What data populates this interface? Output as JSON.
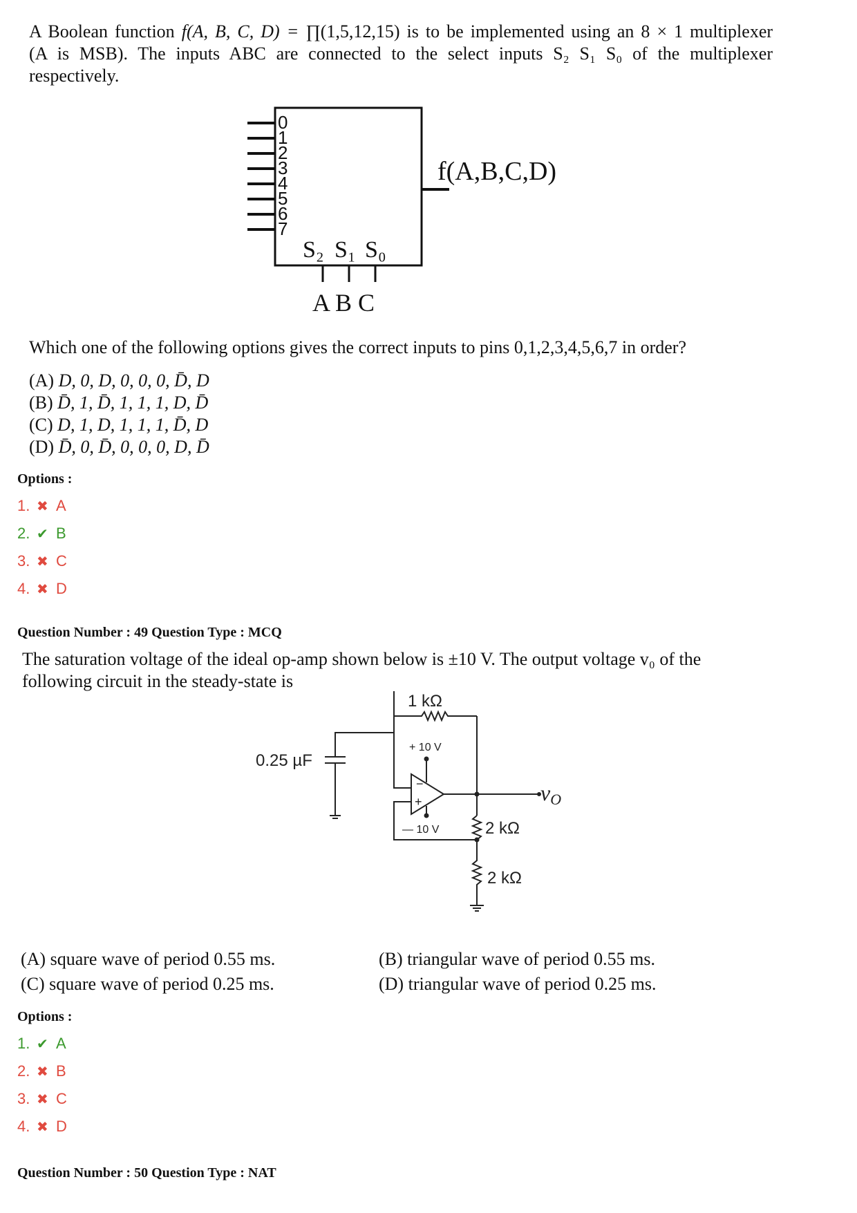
{
  "q48": {
    "stem_prefix": "A Boolean function",
    "stem_func": "f(A, B, C, D) =",
    "stem_rest": "∏(1,5,12,15) is to be implemented using an 8 × 1 multiplexer",
    "stem_line2": "(A is MSB). The inputs ABC are connected to the select inputs S₂ S₁ S₀ of the multiplexer",
    "stem_line3": "respectively.",
    "diagram": {
      "pins": [
        "0",
        "1",
        "2",
        "3",
        "4",
        "5",
        "6",
        "7"
      ],
      "output_label": "f(A,B,C,D)",
      "select_labels": [
        "S₂",
        "S₁",
        "S₀"
      ],
      "select_inputs": "A B C"
    },
    "prompt": "Which one of the following options gives the correct inputs to pins 0,1,2,3,4,5,6,7 in order?",
    "choices": [
      {
        "label": "(A)",
        "items": [
          "D",
          "0",
          "D",
          "0",
          "0",
          "0",
          "D̄",
          "D"
        ]
      },
      {
        "label": "(B)",
        "items": [
          "D̄",
          "1",
          "D̄",
          "1",
          "1",
          "1",
          "D",
          "D̄"
        ]
      },
      {
        "label": "(C)",
        "items": [
          "D",
          "1",
          "D",
          "1",
          "1",
          "1",
          "D̄",
          "D"
        ]
      },
      {
        "label": "(D)",
        "items": [
          "D̄",
          "0",
          "D̄",
          "0",
          "0",
          "0",
          "D",
          "D̄"
        ]
      }
    ],
    "options_heading": "Options :",
    "answers": [
      {
        "num": "1.",
        "status": "wrong",
        "letter": "A"
      },
      {
        "num": "2.",
        "status": "correct",
        "letter": "B"
      },
      {
        "num": "3.",
        "status": "wrong",
        "letter": "C"
      },
      {
        "num": "4.",
        "status": "wrong",
        "letter": "D"
      }
    ]
  },
  "q49": {
    "header": "Question Number : 49  Question Type : MCQ",
    "stem_line1": "The saturation voltage of the ideal op-amp shown below is ±10 V. The output voltage v₀ of the",
    "stem_line2": "following circuit in the steady-state is",
    "circuit": {
      "r_feedback": "1 kΩ",
      "supply_pos": "+ 10 V",
      "supply_neg": "—  10 V",
      "capacitor": "0.25 µF",
      "r_top": "2 kΩ",
      "r_bottom": "2 kΩ",
      "output": "v",
      "output_sub": "O",
      "minus": "−",
      "plus": "+"
    },
    "choices": [
      {
        "text": "(A) square wave of period 0.55 ms."
      },
      {
        "text": "(B) triangular wave of period 0.55 ms."
      },
      {
        "text": "(C) square wave of period 0.25 ms."
      },
      {
        "text": "(D) triangular wave of period 0.25 ms."
      }
    ],
    "options_heading": "Options :",
    "answers": [
      {
        "num": "1.",
        "status": "correct",
        "letter": "A"
      },
      {
        "num": "2.",
        "status": "wrong",
        "letter": "B"
      },
      {
        "num": "3.",
        "status": "wrong",
        "letter": "C"
      },
      {
        "num": "4.",
        "status": "wrong",
        "letter": "D"
      }
    ]
  },
  "q50": {
    "header": "Question Number : 50  Question Type : NAT"
  },
  "marks": {
    "correct": "✔",
    "wrong": "✖"
  }
}
